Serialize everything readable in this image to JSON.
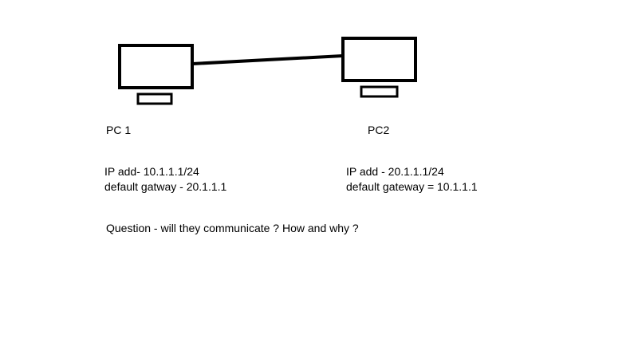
{
  "pc1": {
    "label": "PC 1",
    "ip": "IP add- 10.1.1.1/24",
    "gateway": "default gatway - 20.1.1.1"
  },
  "pc2": {
    "label": "PC2",
    "ip": "IP add - 20.1.1.1/24",
    "gateway": "default gateway = 10.1.1.1"
  },
  "question": "Question - will they communicate ? How and why ?",
  "colors": {
    "stroke": "#000000",
    "background": "#ffffff"
  }
}
